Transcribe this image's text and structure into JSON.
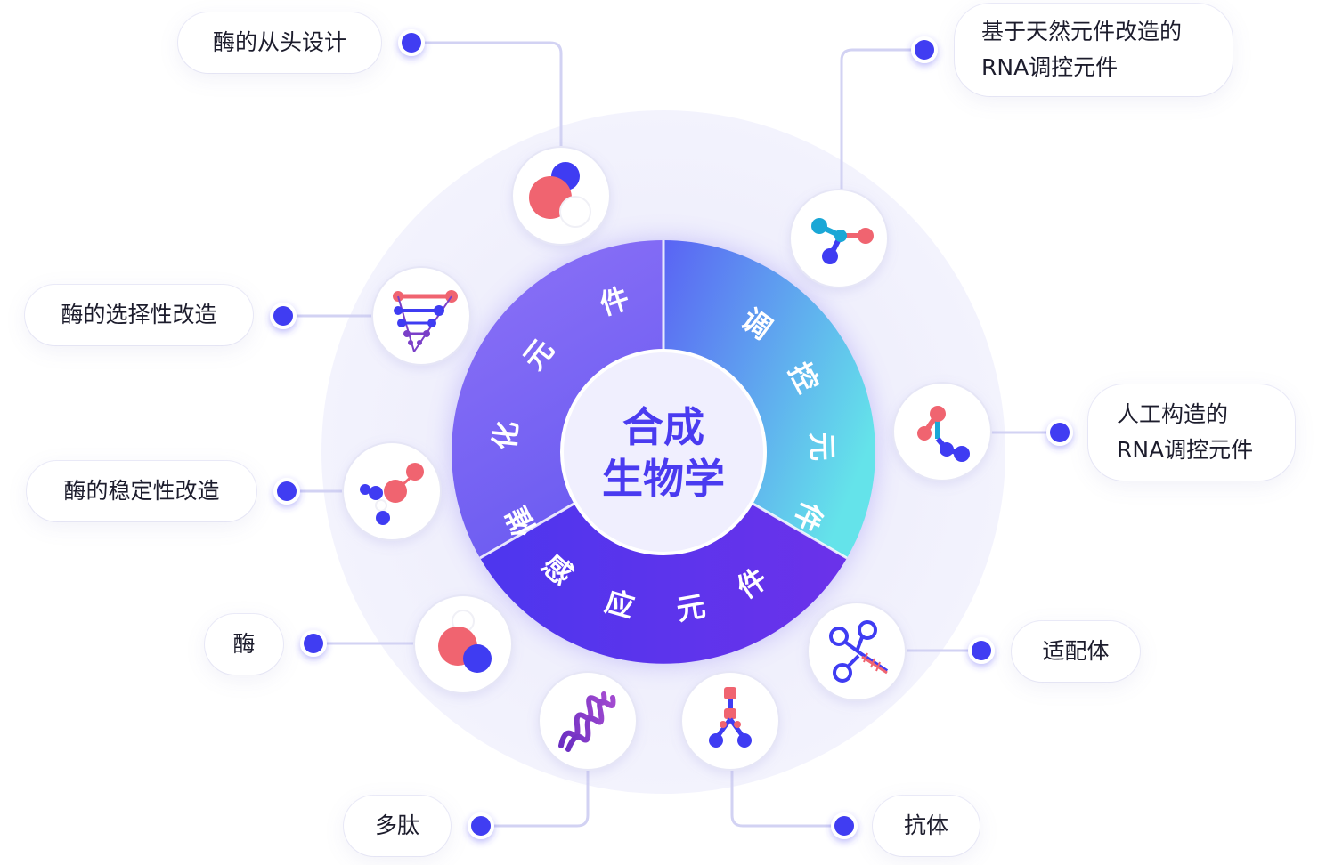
{
  "center": {
    "line1": "合成",
    "line2": "生物学"
  },
  "segments": {
    "catalytic": "催化元件",
    "regulatory": "调控元件",
    "responsive": "感应元件"
  },
  "labels": {
    "enzyme_denovo": "酶的从头设计",
    "enzyme_selectivity": "酶的选择性改造",
    "enzyme_stability": "酶的稳定性改造",
    "enzyme": "酶",
    "peptide": "多肽",
    "antibody": "抗体",
    "aptamer": "适配体",
    "natural_rna_line1": "基于天然元件改造的",
    "natural_rna_line2": "RNA调控元件",
    "artificial_rna_line1": "人工构造的",
    "artificial_rna_line2": "RNA调控元件"
  },
  "colors": {
    "catalytic_gradient": [
      "#8a6ff6",
      "#6f5ef2"
    ],
    "regulatory_gradient": [
      "#5b6cf5",
      "#62dcec"
    ],
    "responsive_gradient": [
      "#5535f0",
      "#6a34ec"
    ],
    "center_text": "#4a3bf0",
    "dot": "#3f3cf2",
    "connector": "#d2d2f3",
    "molecule_red": "#f06470",
    "molecule_blue": "#3f3cf2",
    "molecule_cyan": "#1aa7d6",
    "molecule_purple": "#7a3fc8"
  },
  "icons": [
    "enzyme-molecule-icon",
    "rna-branch-icon",
    "triangle-ladder-icon",
    "artificial-rna-icon",
    "stability-molecule-icon",
    "aptamer-icon",
    "enzyme-icon",
    "helix-icon",
    "antibody-icon"
  ]
}
